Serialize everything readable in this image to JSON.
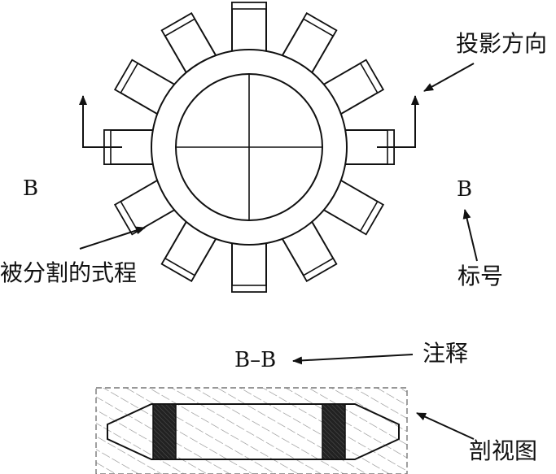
{
  "labels": {
    "projection_direction": "投影方向",
    "b_left": "B",
    "b_right": "B",
    "cut_part": "被分割的式程",
    "marker": "标号",
    "section_title": "B–B",
    "annotation": "注释",
    "section_view": "剖视图"
  },
  "gear": {
    "tooth_count": 12
  },
  "colors": {
    "line": "#111111",
    "hatch": "#888888",
    "dark_fill": "#222222"
  }
}
